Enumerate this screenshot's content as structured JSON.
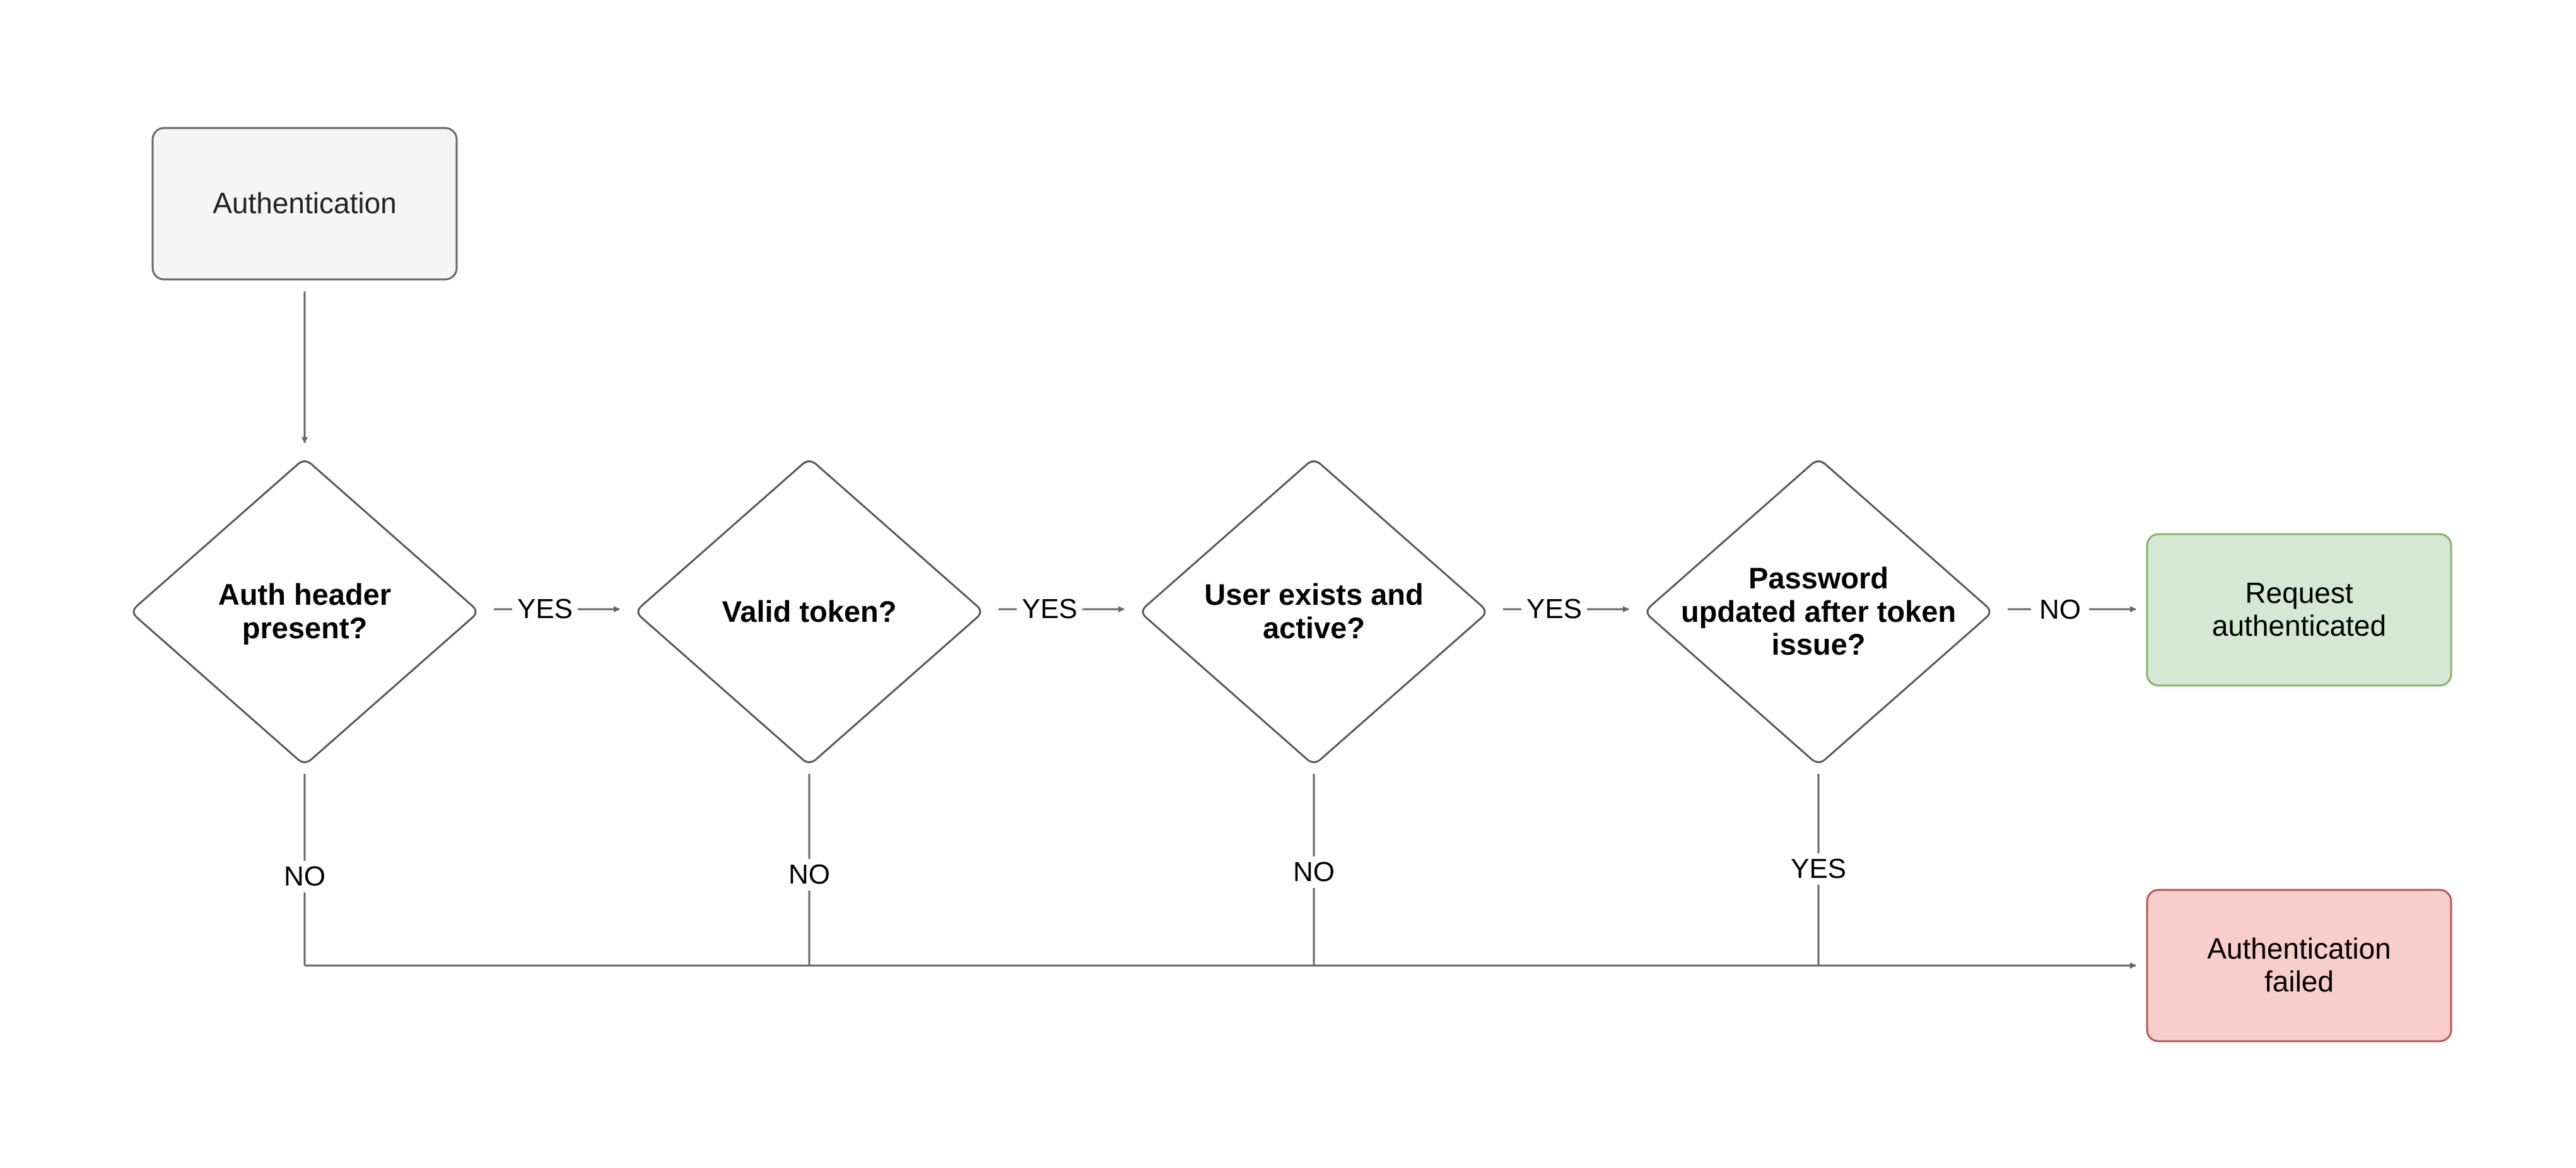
{
  "diagram": {
    "nodes": {
      "start": {
        "label": "Authentication",
        "fill": "#f5f5f5",
        "stroke": "#666666"
      },
      "header_check": {
        "label": "Auth header\npresent?"
      },
      "token_check": {
        "label": "Valid token?"
      },
      "user_check": {
        "label": "User exists and\nactive?"
      },
      "password_check": {
        "label": "Password\nupdated after token\nissue?"
      },
      "success": {
        "label": "Request\nauthenticated",
        "fill": "#d5e8d4",
        "stroke": "#82b366"
      },
      "failure": {
        "label": "Authentication\nfailed",
        "fill": "#f8cecc",
        "stroke": "#b85450"
      }
    },
    "edges": {
      "header_yes": "YES",
      "token_yes": "YES",
      "user_yes": "YES",
      "password_no": "NO",
      "header_no": "NO",
      "token_no": "NO",
      "user_no": "NO",
      "password_yes": "YES"
    },
    "colors": {
      "line": "#666666",
      "decision_fill": "#ffffff",
      "decision_stroke": "#555555"
    }
  }
}
